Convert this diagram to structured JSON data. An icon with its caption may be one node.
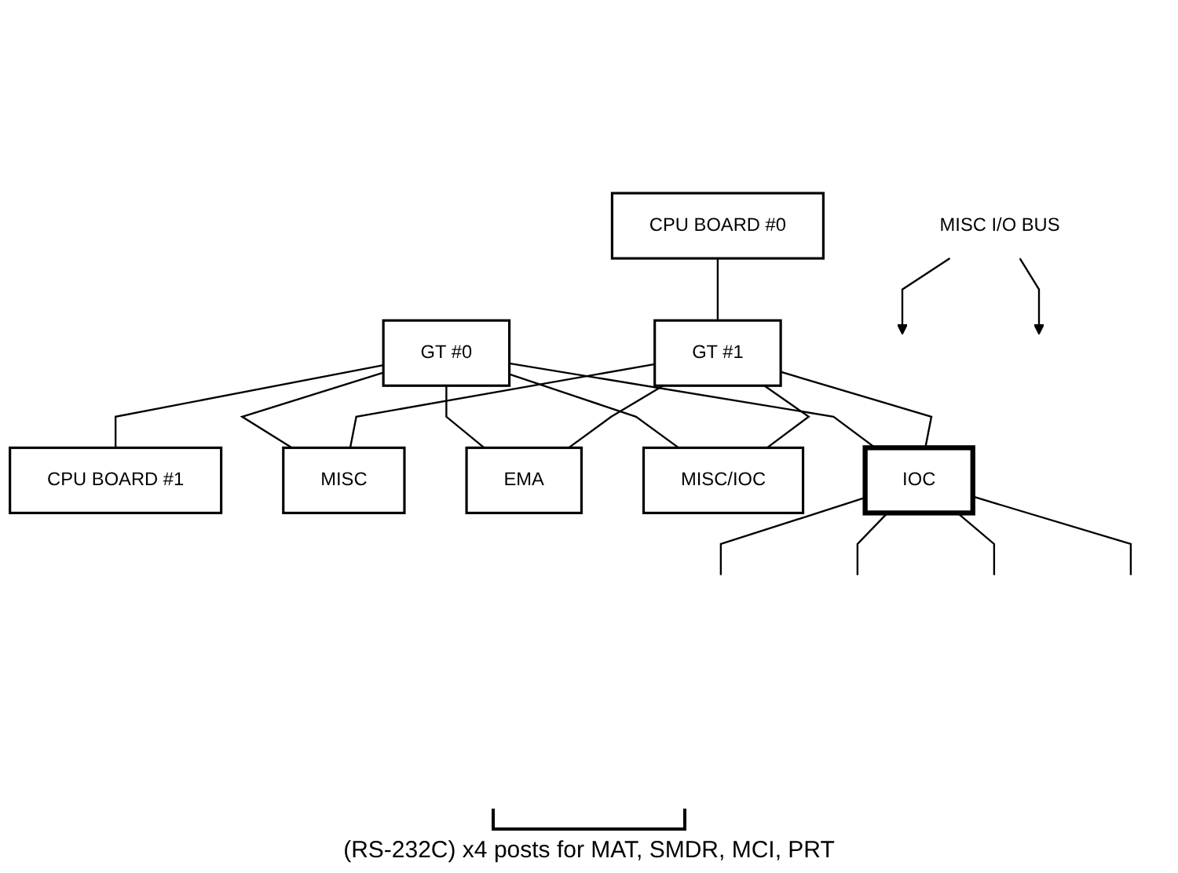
{
  "diagram": {
    "nodes": [
      {
        "text": [
          "CPU BOARD #0"
        ]
      },
      {
        "text": [
          "GT #1"
        ]
      },
      {
        "text": [
          "GT #0"
        ]
      },
      {
        "text": [
          "CPU BOARD #1"
        ]
      },
      {
        "text": [
          "MISC"
        ]
      },
      {
        "text": [
          "EMA"
        ]
      },
      {
        "text": [
          "MISC/IOC"
        ]
      },
      {
        "text": [
          "IOC"
        ]
      },
      {
        "text": [
          "MISC I/O BUS"
        ]
      },
      {
        "text": [],
        "shape": "bracket",
        "beside": [
          "(RS-232C) x4 posts for MAT, SMDR, MCI, PRT"
        ]
      }
    ],
    "edges": [
      {
        "from": 0,
        "to": 1,
        "arrow": "none"
      },
      {
        "from": 2,
        "to": 3,
        "arrow": "none"
      },
      {
        "from": 1,
        "to": 4,
        "arrow": "none"
      },
      {
        "from": 1,
        "to": 5,
        "arrow": "none"
      },
      {
        "from": 1,
        "to": 6,
        "arrow": "none"
      },
      {
        "from": 1,
        "to": 7,
        "arrow": "none"
      },
      {
        "from": 2,
        "to": 4,
        "arrow": "none"
      },
      {
        "from": 2,
        "to": 5,
        "arrow": "none"
      },
      {
        "from": 2,
        "to": 6,
        "arrow": "none"
      },
      {
        "from": 2,
        "to": 7,
        "arrow": "none"
      },
      {
        "from": 7,
        "to": null,
        "arrow": "none"
      },
      {
        "from": 7,
        "to": null,
        "arrow": "none"
      },
      {
        "from": 7,
        "to": null,
        "arrow": "none"
      },
      {
        "from": 7,
        "to": null,
        "arrow": "none"
      },
      {
        "from": 8,
        "to": null,
        "arrow": "to"
      },
      {
        "from": 8,
        "to": null,
        "arrow": "to"
      }
    ]
  }
}
